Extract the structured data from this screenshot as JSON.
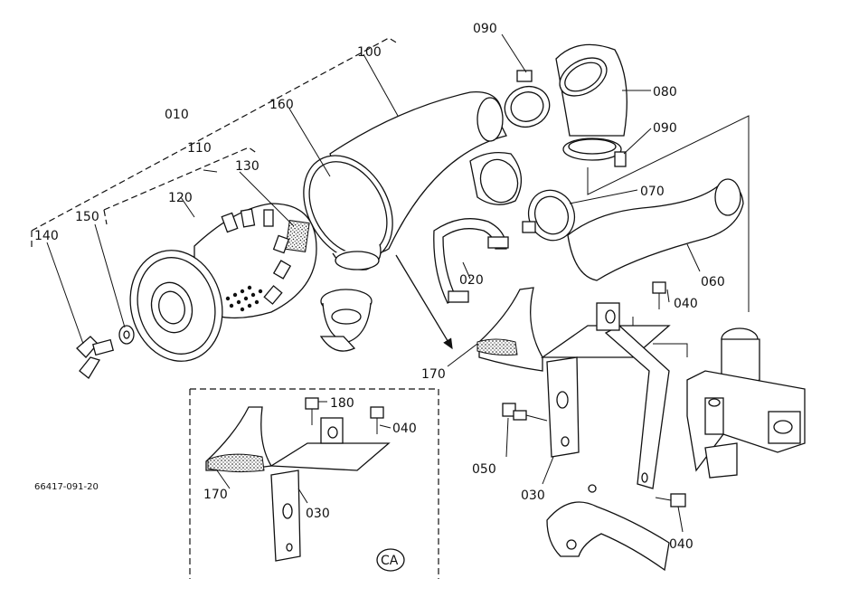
{
  "labels": {
    "p010": "010",
    "p020": "020",
    "p030a": "030",
    "p030b": "030",
    "p040a": "040",
    "p040b": "040",
    "p040c": "040",
    "p050": "050",
    "p060": "060",
    "p070": "070",
    "p080": "080",
    "p090a": "090",
    "p090b": "090",
    "p100": "100",
    "p110": "110",
    "p120": "120",
    "p130": "130",
    "p140": "140",
    "p150": "150",
    "p160": "160",
    "p170a": "170",
    "p170b": "170",
    "p180": "180"
  },
  "drawing_number": "66417-091-20",
  "variant_badge": "CA"
}
